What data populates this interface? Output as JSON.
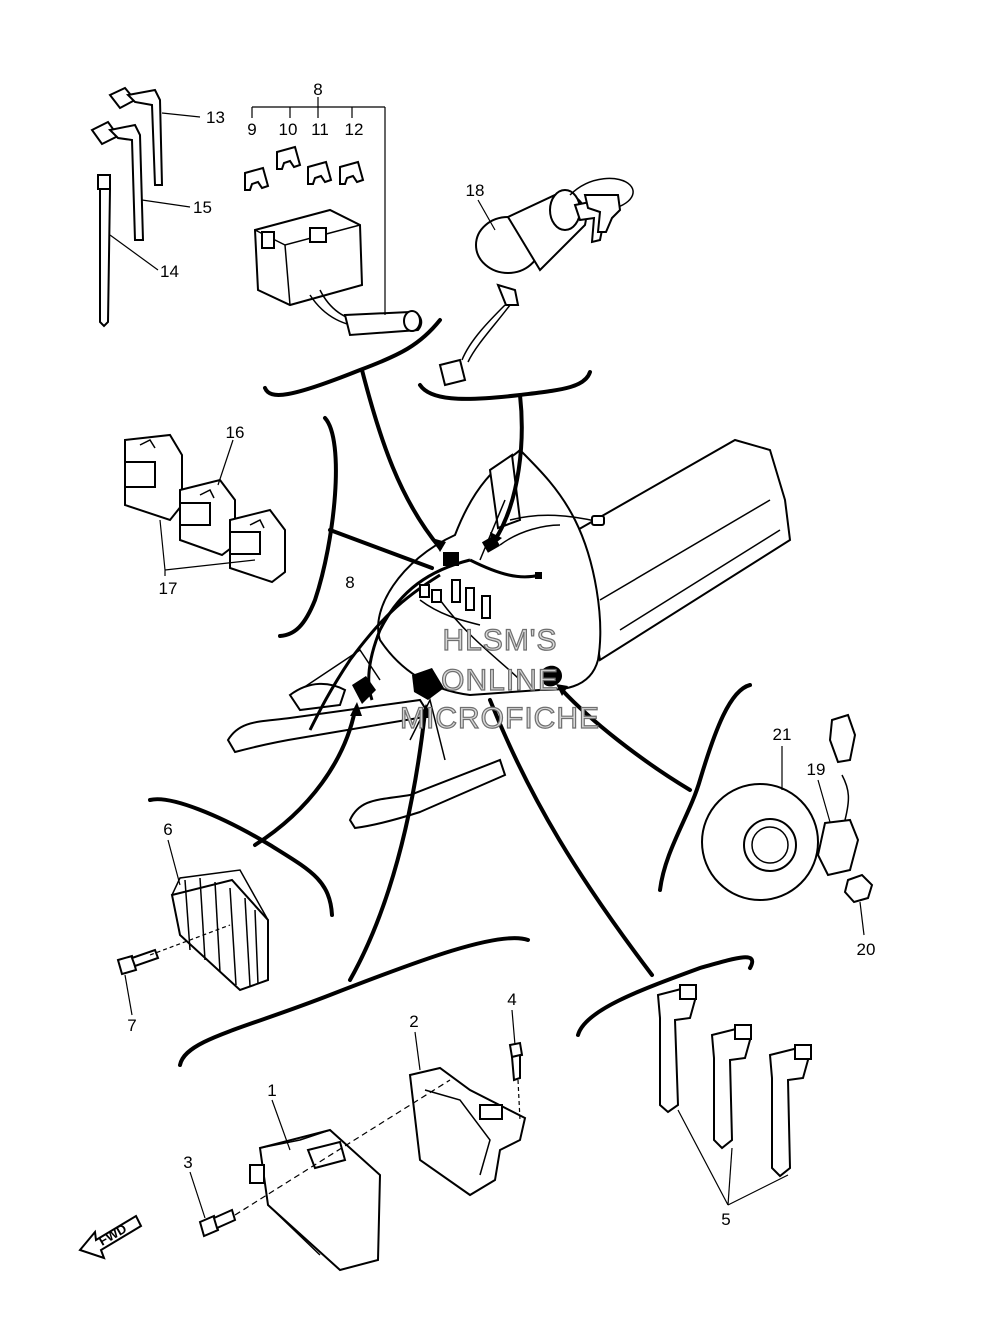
{
  "diagram": {
    "watermark": {
      "line1": "HLSM'S",
      "line2": "ONLINE",
      "line3": "MICROFICHE"
    },
    "fwd_label": "FWD",
    "callouts": {
      "c1": "1",
      "c2": "2",
      "c3": "3",
      "c4": "4",
      "c5": "5",
      "c6": "6",
      "c7": "7",
      "c8": "8",
      "c8b": "8",
      "c9": "9",
      "c10": "10",
      "c11": "11",
      "c12": "12",
      "c13": "13",
      "c14": "14",
      "c15": "15",
      "c16": "16",
      "c17": "17",
      "c18": "18",
      "c19": "19",
      "c20": "20",
      "c21": "21"
    }
  }
}
